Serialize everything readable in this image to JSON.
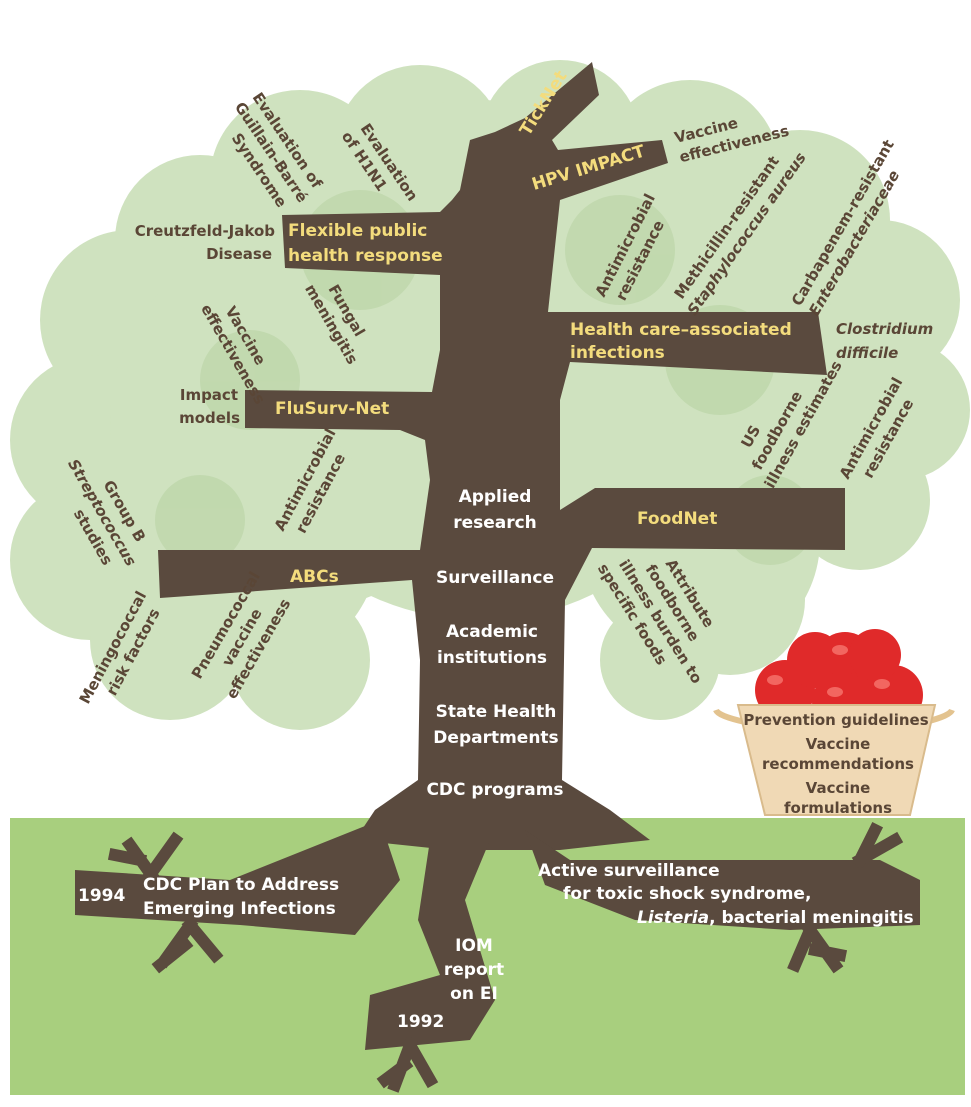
{
  "colors": {
    "canopy": "#cfe2bf",
    "canopy_dark": "#bcd6a8",
    "trunk": "#5a4a3e",
    "ground": "#a8cf7e",
    "branch_label": "#f3dc7d",
    "topic_label": "#5a4636",
    "trunk_label": "#ffffff",
    "apple": "#e02a2a",
    "basket": "#f0d9b5"
  },
  "branches": {
    "ticknet": "TickNet",
    "hpv_impact": "HPV IMPACT",
    "flexible_1": "Flexible public",
    "flexible_2": "health response",
    "hai_1": "Health  care–associated",
    "hai_2": "infections",
    "flusurv": "FluSurv-Net",
    "foodnet": "FoodNet",
    "abcs": "ABCs"
  },
  "trunk_labels": {
    "applied_1": "Applied",
    "applied_2": "research",
    "surveillance": "Surveillance",
    "academic_1": "Academic",
    "academic_2": "institutions",
    "state_1": "State Health",
    "state_2": "Departments",
    "cdc": "CDC programs"
  },
  "topics": {
    "vaccine_eff_top_1": "Vaccine",
    "vaccine_eff_top_2": "effectiveness",
    "gbs_1": "Evaluation of",
    "gbs_2": "Guillain-Barré",
    "gbs_3": "Syndrome",
    "h1n1_1": "Evaluation",
    "h1n1_2": "of H1N1",
    "cjd_1": "Creutzfeld-Jakob",
    "cjd_2": "Disease",
    "amr_top_1": "Antimicrobial",
    "amr_top_2": "resistance",
    "mrsa_1": "Methicillin-resistant",
    "mrsa_2": "Staphylococcus aureus",
    "cre_1": "Carbapenem-resistant",
    "cre_2": "Enterobacteriaceae",
    "fungal_1": "Fungal",
    "fungal_2": "meningitis",
    "vaccine_eff_left_1": "Vaccine",
    "vaccine_eff_left_2": "effectiveness",
    "cdiff_1": "Clostridium",
    "cdiff_2": "difficile",
    "impact_1": "Impact",
    "impact_2": "models",
    "foodborne_1": "US",
    "foodborne_2": "foodborne",
    "foodborne_3": "illness estimates",
    "amr_right_1": "Antimicrobial",
    "amr_right_2": "resistance",
    "gbstrep_1": "Group B",
    "gbstrep_2": "Streptococcus",
    "gbstrep_3": "studies",
    "amr_left_1": "Antimicrobial",
    "amr_left_2": "resistance",
    "attribute_1": "Attribute",
    "attribute_2": "foodborne",
    "attribute_3": "illness burden to",
    "attribute_4": "specific foods",
    "mening_1": "Meningococcal",
    "mening_2": "risk factors",
    "pneumo_1": "Pneumococcal",
    "pneumo_2": "vaccine",
    "pneumo_3": "effectiveness"
  },
  "basket": {
    "line1": "Prevention guidelines",
    "line2": "Vaccine",
    "line3": "recommendations",
    "line4": "Vaccine",
    "line5": "formulations"
  },
  "roots": {
    "year_1994": "1994",
    "cdc_plan_1": "CDC Plan to Address",
    "cdc_plan_2": "Emerging Infections",
    "iom_1": "IOM",
    "iom_2": "report",
    "iom_3": "on EI",
    "year_1992": "1992",
    "active_1": "Active surveillance",
    "active_2": "for toxic shock syndrome,",
    "active_3a": "Listeria",
    "active_3b": ", bacterial meningitis"
  }
}
